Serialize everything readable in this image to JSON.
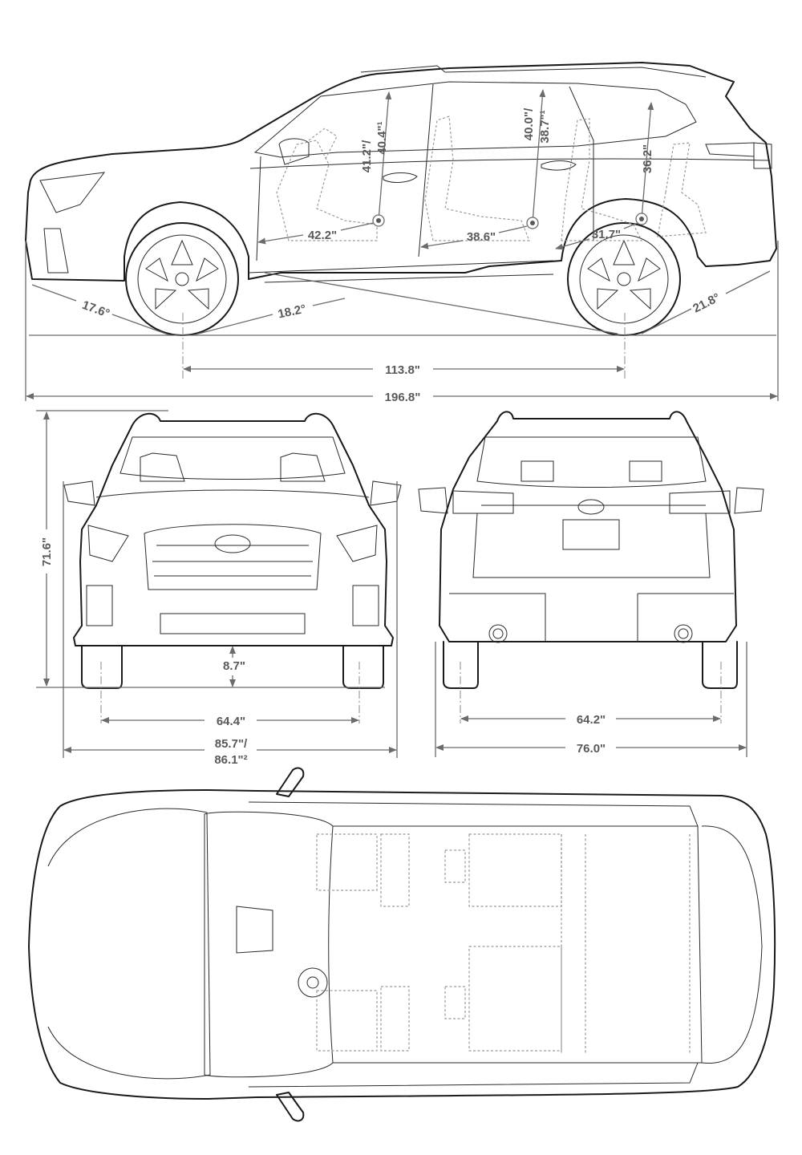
{
  "title": "Vehicle dimensions diagram",
  "colors": {
    "line": "#1a1a1a",
    "dimension": "#6b6b6b",
    "label": "#58595b",
    "hidden": "#9a9a9a",
    "background": "#ffffff"
  },
  "side_view": {
    "head_room_front": {
      "line1": "41.2\"/",
      "line2": "40.4\"¹"
    },
    "head_room_second": {
      "line1": "40.0\"/",
      "line2": "38.7\"¹"
    },
    "head_room_third": "36.2\"",
    "leg_room_front": "42.2\"",
    "leg_room_second": "38.6\"",
    "leg_room_third": "31.7\"",
    "approach_angle": "17.6°",
    "breakover_angle": "18.2°",
    "departure_angle": "21.8°",
    "wheelbase": "113.8\"",
    "overall_length": "196.8\""
  },
  "front_view": {
    "overall_height": "71.6\"",
    "ground_clearance": "8.7\"",
    "front_track": "64.4\"",
    "width_with_mirrors": {
      "line1": "85.7\"/",
      "line2": "86.1\"²"
    }
  },
  "rear_view": {
    "rear_track": "64.2\"",
    "overall_width": "76.0\""
  },
  "top_view": {}
}
